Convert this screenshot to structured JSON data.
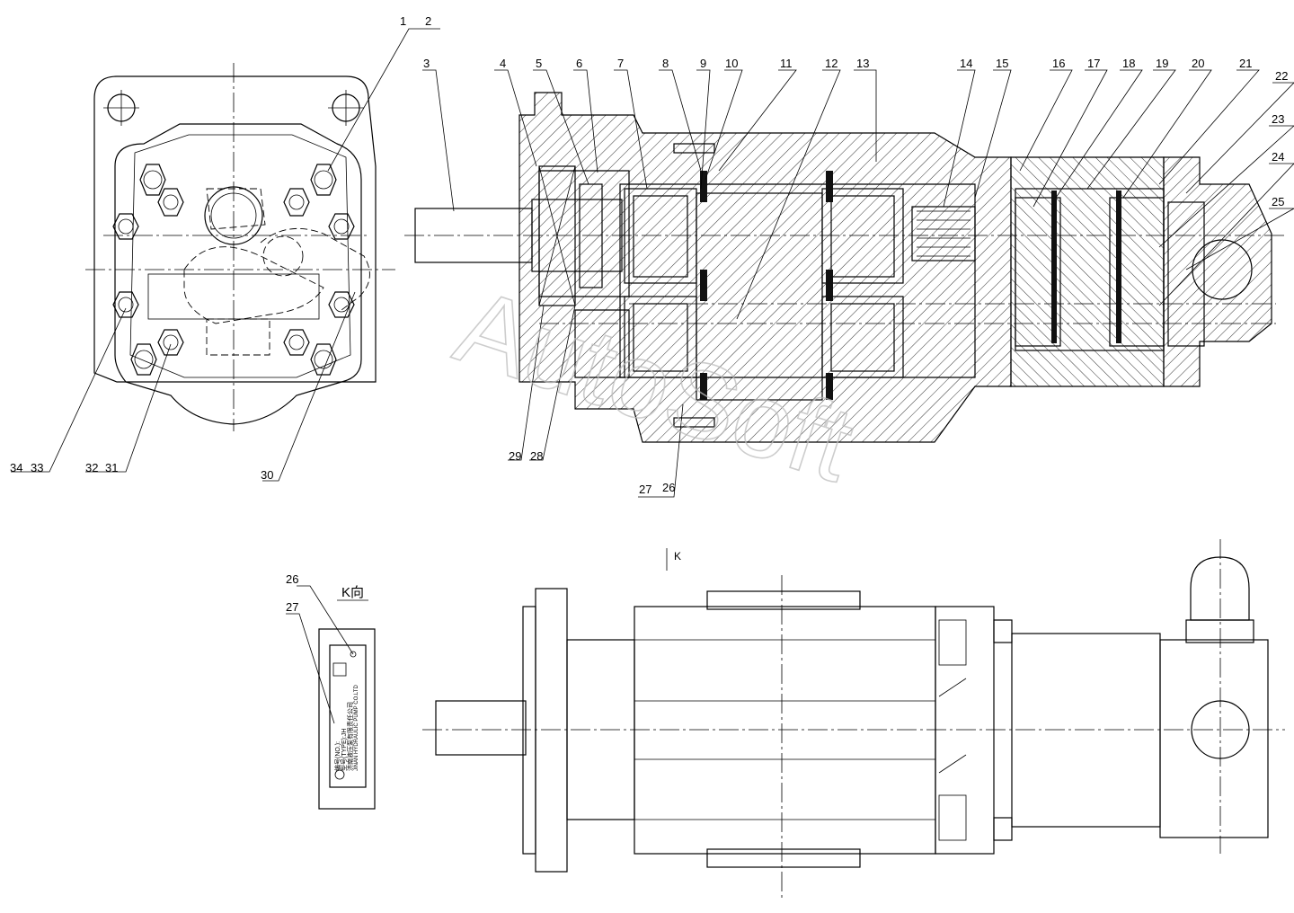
{
  "watermark": "AutoSoft",
  "view_label": "K向",
  "view_arrow_label": "K",
  "callouts": [
    "1",
    "2",
    "3",
    "4",
    "5",
    "6",
    "7",
    "8",
    "9",
    "10",
    "11",
    "12",
    "13",
    "14",
    "15",
    "16",
    "17",
    "18",
    "19",
    "20",
    "21",
    "22",
    "23",
    "24",
    "25",
    "26",
    "27",
    "28",
    "29",
    "30",
    "31",
    "32",
    "33",
    "34"
  ],
  "nameplate": {
    "line1": "编号(NO.):",
    "line2": "型号(TYPE):JH",
    "line3": "济南液压泵有限责任公司",
    "line4": "JINAN HYDRAULIC PUMP CO.LTD"
  },
  "colors": {
    "line": "#000000",
    "watermark": "#bdbdbd",
    "background": "#ffffff"
  }
}
